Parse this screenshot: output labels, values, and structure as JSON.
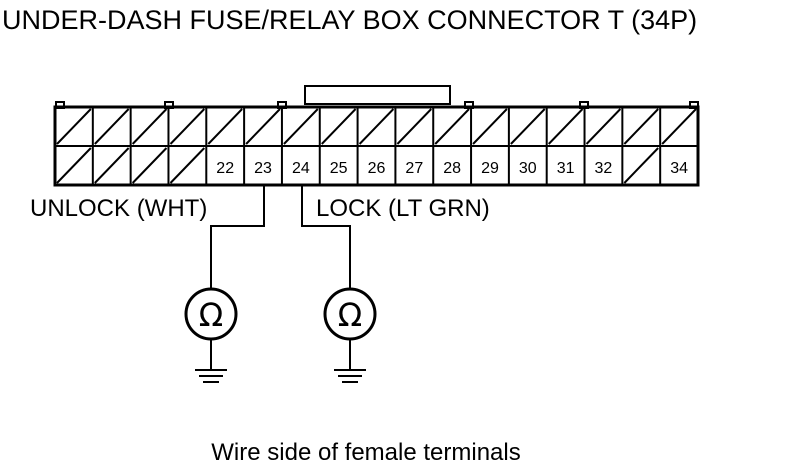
{
  "title": "UNDER-DASH FUSE/RELAY BOX CONNECTOR T (34P)",
  "pins_top": [
    "",
    "",
    "",
    "",
    "",
    "",
    "",
    "",
    "",
    "",
    "",
    "",
    "",
    "",
    "",
    "",
    ""
  ],
  "pins_bottom": [
    "",
    "",
    "",
    "",
    "22",
    "23",
    "24",
    "25",
    "26",
    "27",
    "28",
    "29",
    "30",
    "31",
    "32",
    "",
    "34"
  ],
  "labels": {
    "unlock": "UNLOCK (WHT)",
    "lock": "LOCK (LT GRN)"
  },
  "meters": [
    {
      "symbol": "Ω",
      "pin": "23"
    },
    {
      "symbol": "Ω",
      "pin": "24"
    }
  ],
  "caption": "Wire side of female terminals"
}
